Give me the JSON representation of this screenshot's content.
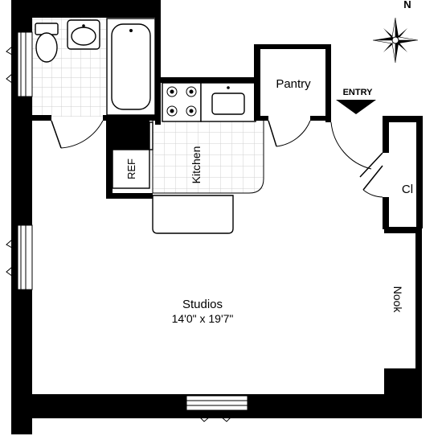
{
  "plan": {
    "rooms": {
      "main_name": "Studios",
      "main_size": "14'0\" x 19'7\"",
      "kitchen": "Kitchen",
      "pantry": "Pantry",
      "closet": "Cl",
      "nook": "Nook",
      "refrigerator": "REF"
    },
    "entry_label": "ENTRY",
    "compass_label": "N"
  }
}
